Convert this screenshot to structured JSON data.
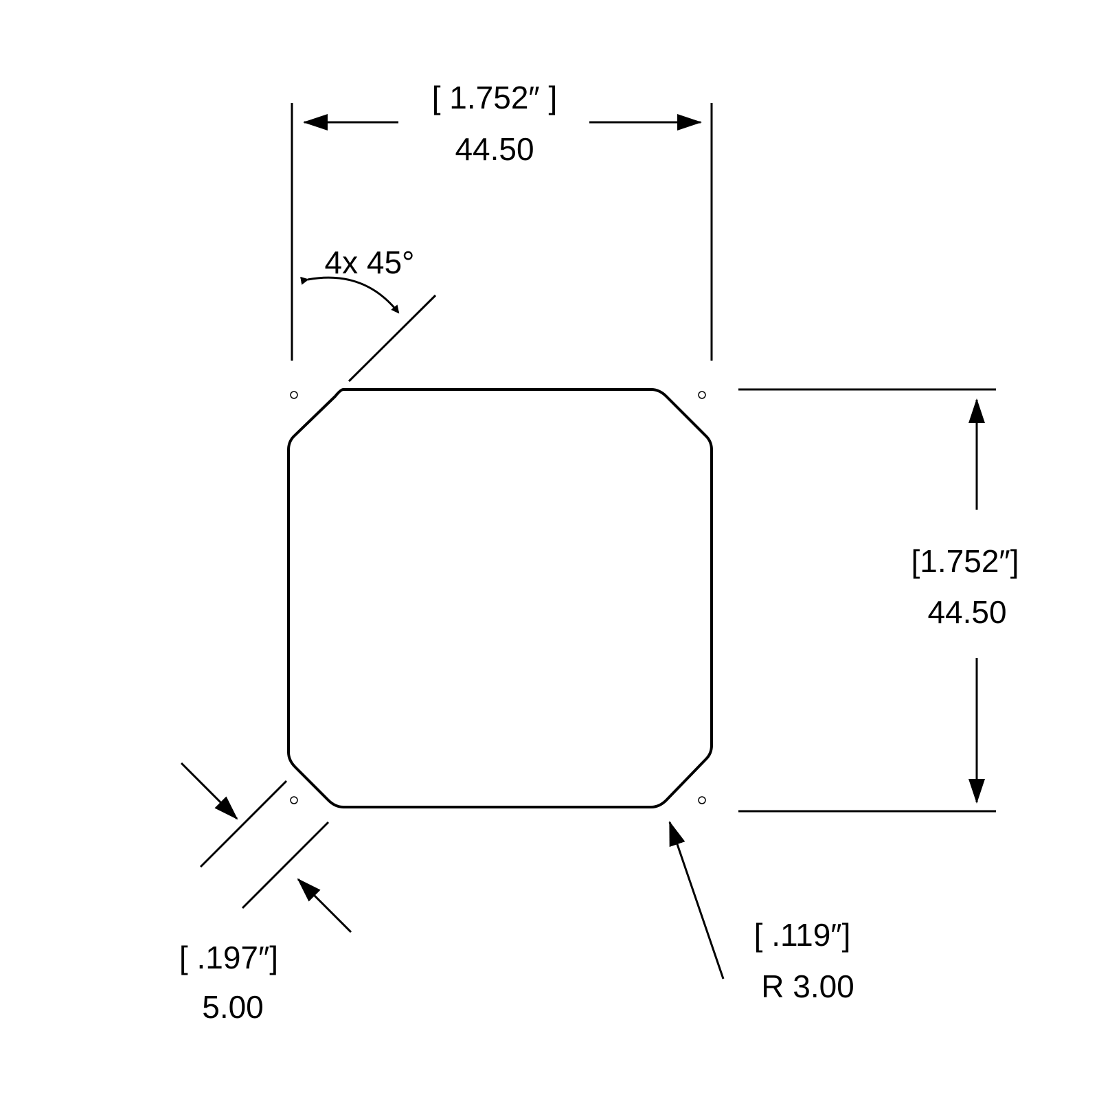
{
  "drawing": {
    "line_color": "#000000",
    "background": "#ffffff",
    "width_dimension": {
      "inches": "1.752″",
      "mm": "44.50"
    },
    "height_dimension": {
      "inches": "1.752″",
      "mm": "44.50"
    },
    "chamfer_angle": "4x 45°",
    "chamfer_size": {
      "inches": ".197″",
      "mm": "5.00"
    },
    "corner_radius": {
      "inches": ".119″",
      "mm": "R 3.00"
    }
  }
}
